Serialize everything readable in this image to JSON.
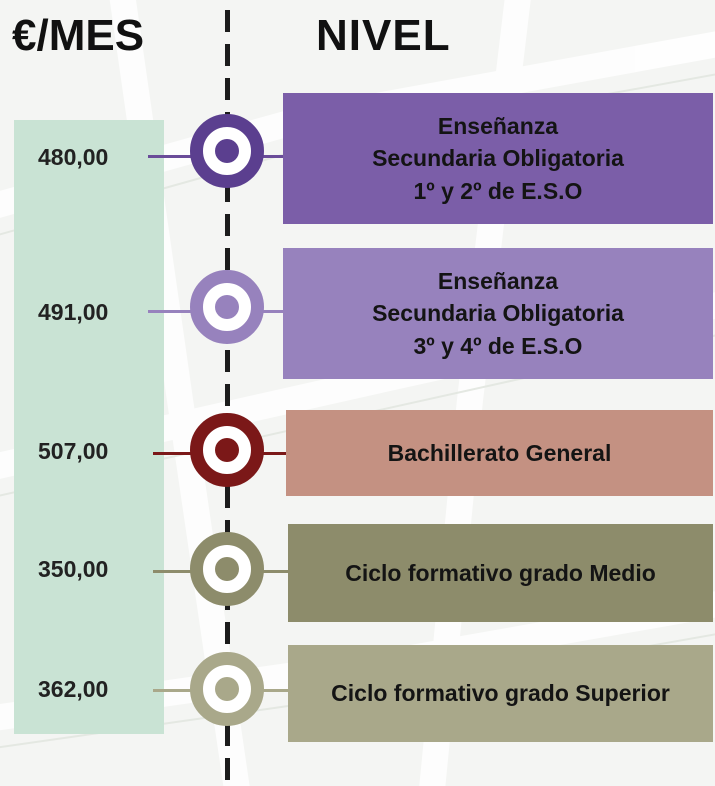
{
  "header": {
    "price_label": "€/MES",
    "level_label": "NIVEL"
  },
  "levels": [
    {
      "price": "480,00",
      "label": "Enseñanza\nSecundaria Obligatoria\n1º y 2º de E.S.O",
      "color": "#7b5ea8"
    },
    {
      "price": "491,00",
      "label": "Enseñanza\nSecundaria Obligatoria\n3º y 4º de E.S.O",
      "color": "#9782bd"
    },
    {
      "price": "507,00",
      "label": "Bachillerato General",
      "color": "#c49182",
      "accent": "#7b1818"
    },
    {
      "price": "350,00",
      "label": "Ciclo formativo grado Medio",
      "color": "#8d8c6b"
    },
    {
      "price": "362,00",
      "label": "Ciclo formativo grado Superior",
      "color": "#a9a88a"
    }
  ]
}
